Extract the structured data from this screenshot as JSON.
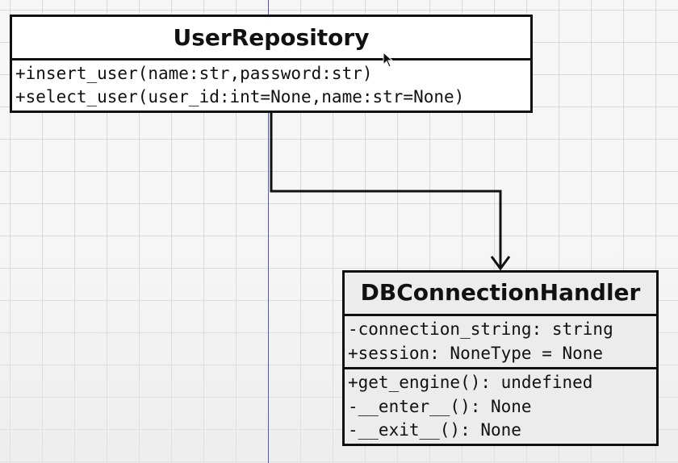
{
  "classes": {
    "user_repository": {
      "name": "UserRepository",
      "attributes": [],
      "operations": [
        "+insert_user(name:str,password:str)",
        "+select_user(user_id:int=None,name:str=None)"
      ]
    },
    "db_connection_handler": {
      "name": "DBConnectionHandler",
      "attributes": [
        "-connection_string: string",
        "+session: NoneType = None"
      ],
      "operations": [
        "+get_engine(): undefined",
        "-__enter__(): None",
        "-__exit__(): None"
      ]
    }
  },
  "relations": [
    {
      "from": "UserRepository",
      "to": "DBConnectionHandler",
      "type": "association",
      "arrow": "open"
    }
  ]
}
